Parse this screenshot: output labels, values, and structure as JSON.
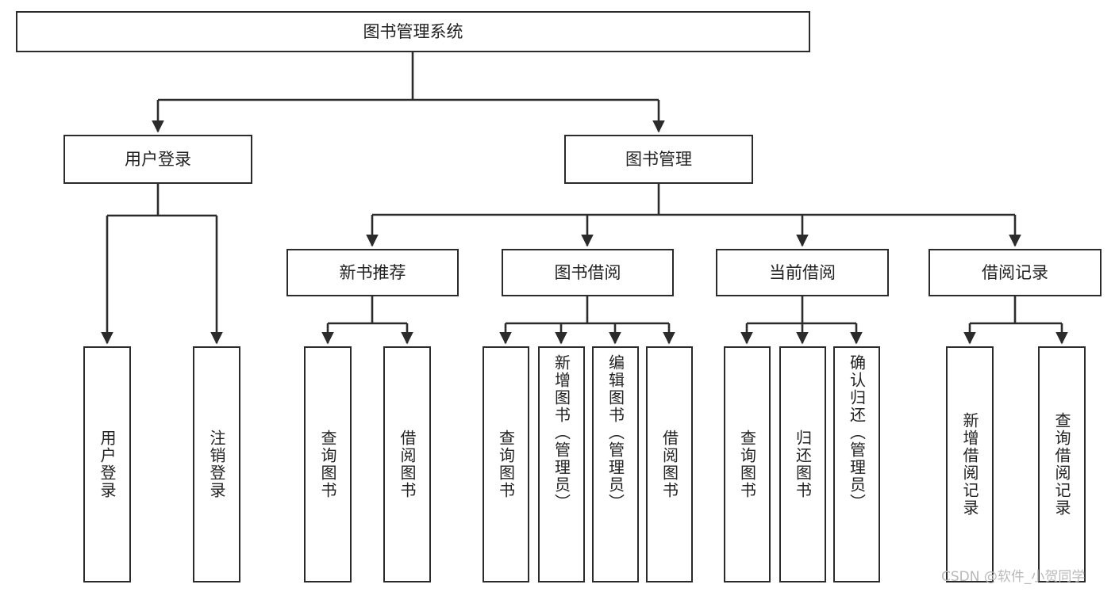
{
  "diagram": {
    "title": "图书管理系统",
    "type": "tree-hierarchy-diagram",
    "colors": {
      "box_border": "#2b2b2b",
      "box_fill": "#ffffff",
      "connector": "#2b2b2b",
      "text": "#222222",
      "watermark": "#b9b9b9",
      "background": "#ffffff"
    },
    "watermark": "CSDN @软件_小贺同学",
    "levels": {
      "root": {
        "label": "图书管理系统"
      },
      "level2": [
        {
          "label": "用户登录"
        },
        {
          "label": "图书管理"
        }
      ],
      "level3": [
        {
          "label": "新书推荐"
        },
        {
          "label": "图书借阅"
        },
        {
          "label": "当前借阅"
        },
        {
          "label": "借阅记录"
        }
      ],
      "leaves": [
        {
          "label": "用户登录",
          "parent": "用户登录"
        },
        {
          "label": "注销登录",
          "parent": "用户登录"
        },
        {
          "label": "查询图书",
          "parent": "新书推荐"
        },
        {
          "label": "借阅图书",
          "parent": "新书推荐"
        },
        {
          "label": "查询图书",
          "parent": "图书借阅"
        },
        {
          "label": "新增图书（管理员）",
          "parent": "图书借阅"
        },
        {
          "label": "编辑图书（管理员）",
          "parent": "图书借阅"
        },
        {
          "label": "借阅图书",
          "parent": "图书借阅"
        },
        {
          "label": "查询图书",
          "parent": "当前借阅"
        },
        {
          "label": "归还图书",
          "parent": "当前借阅"
        },
        {
          "label": "确认归还（管理员）",
          "parent": "当前借阅"
        },
        {
          "label": "新增借阅记录",
          "parent": "借阅记录"
        },
        {
          "label": "查询借阅记录",
          "parent": "借阅记录"
        }
      ]
    }
  }
}
